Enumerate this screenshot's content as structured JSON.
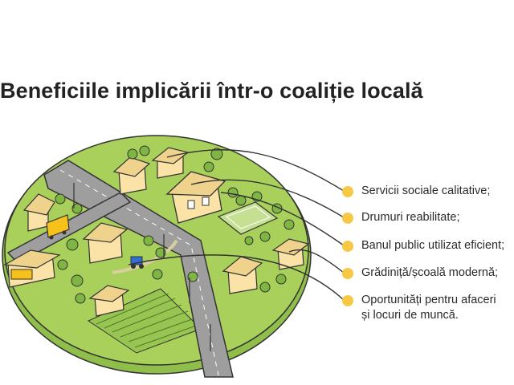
{
  "title": "Beneficiile implicării într-o coaliție locală",
  "benefits": [
    {
      "label": "Servicii sociale calitative;"
    },
    {
      "label": "Drumuri reabilitate;"
    },
    {
      "label": "Banul public utilizat eficient;"
    },
    {
      "label": "Grădiniță/școală modernă;"
    },
    {
      "label": "Oportunități pentru afaceri",
      "label2": "și locuri de muncă."
    }
  ],
  "colors": {
    "grass": "#a8d05b",
    "grass_dark": "#8fbe4a",
    "road": "#9e9e9e",
    "house": "#fbe3a8",
    "roof": "#efd38c",
    "bullet": "#f6c844",
    "outline": "#333333",
    "bus": "#f6c11a",
    "tractor": "#2f6fd6"
  }
}
